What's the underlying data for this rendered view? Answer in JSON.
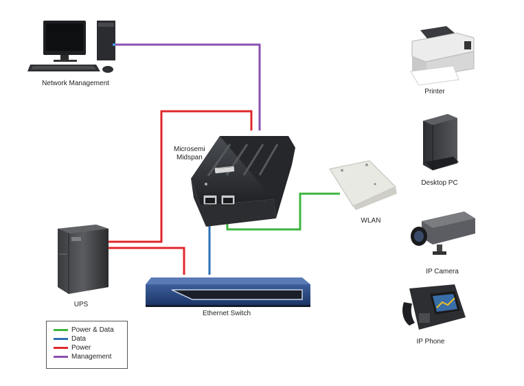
{
  "labels": {
    "network_management": "Network Management",
    "midspan_line1": "Microsemi",
    "midspan_line2": "Midspan",
    "ups": "UPS",
    "ethernet_switch": "Ethernet Switch",
    "wlan": "WLAN",
    "printer": "Printer",
    "desktop_pc": "Desktop PC",
    "ip_camera": "IP Camera",
    "ip_phone": "IP Phone",
    "midspan_brand": "Microsemi"
  },
  "legend": {
    "items": [
      {
        "label": "Power & Data",
        "color": "#3cb43c"
      },
      {
        "label": "Data",
        "color": "#2a6fb5"
      },
      {
        "label": "Power",
        "color": "#e0262a"
      },
      {
        "label": "Management",
        "color": "#8b4fb0"
      }
    ]
  },
  "colors": {
    "power_data": "#3cb43c",
    "data": "#2a6fb5",
    "power": "#e0262a",
    "management": "#8b4fb0"
  }
}
